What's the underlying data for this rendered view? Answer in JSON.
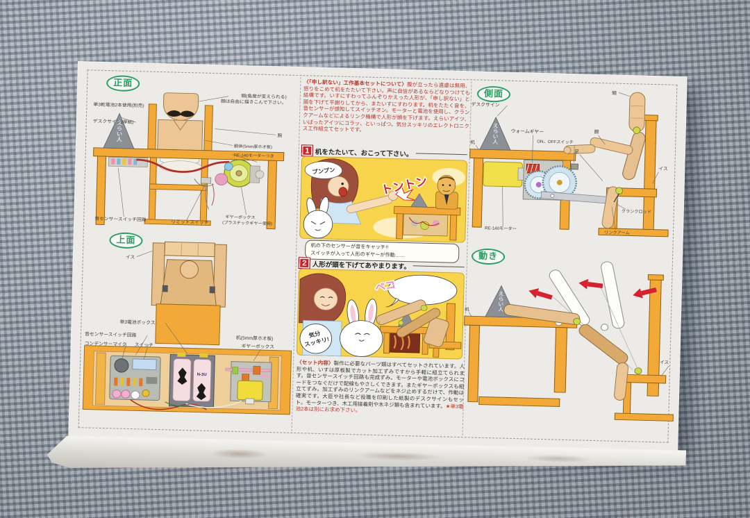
{
  "sections": {
    "front_view": {
      "badge": "正面",
      "labels": {
        "head1": "頭(角度が変えられる)",
        "head2": "顔は自由に描きこんで下さい。",
        "batteries": "単3乾電池2本使用(別売)",
        "desk_sign": "デスクサイン(厚紙)",
        "sign_text": "えらい人",
        "arm": "腕",
        "body": "胴体(5mm厚ホオ板)",
        "motor": "RE-140モーターつき",
        "sensor_circuit": "音センサースイッチ回路",
        "limit_switch": "リミットスイッチ",
        "gearbox": "ギヤーボックス",
        "gearbox_note": "(プラスチックギヤー使用)"
      }
    },
    "top_view": {
      "badge": "上面",
      "battery_label": "N-3U",
      "labels": {
        "chair": "イス",
        "battery_box": "単3電池ボックス",
        "sensor_circuit": "音センサースイッチ回路",
        "mic": "コンデンサーマイク",
        "switch": "スイッチ",
        "desk": "机(5mm厚ホオ板)",
        "gearbox": "ギヤーボックス"
      }
    },
    "side_view": {
      "badge": "側面",
      "labels": {
        "head": "頭",
        "desk_sign": "デスクサイン",
        "sign_text": "えらい人",
        "desk": "机",
        "worm_gear": "ウォームギヤー",
        "switch": "ON、OFFスイッチ",
        "arm": "腕",
        "leg": "足",
        "chair": "イス",
        "crank_rod": "クランクロッド",
        "motor": "RE-140モーター",
        "link_arm": "リンクアーム"
      }
    },
    "movement": {
      "badge": "動き",
      "labels": {
        "desk": "机",
        "sign_text": "えらい人",
        "chair": "イス"
      }
    },
    "intro": {
      "heading": "〈「申し訳ない」工作基本セットについて〉",
      "body": "腹が立ったら遠慮は無用、怒りをこめて机をたたいて下さい。声に自信があるならどなりつけても結構です。いすにすわってふんぞりかえった人形が、「申し訳ない」と頭を下げて平謝りしてから、またいすにすわります。机をたたく音を、音センサーが感知してスイッチオン。モーターと電池を使用し、クランクアームなどによるリンク機構で人形が頭を下げます。えらいアイツ、いばったアイツにコラッ、といっぱつ。気分スッキリのエレクトロニクス工作組立てセットです。"
    },
    "step1": {
      "number": "1",
      "title": "机をたたいて、おこって下さい。",
      "sfx_puff": "プンプン",
      "sfx_knock": "トントン",
      "caption1": "机の下のセンサーが音をキャッチ!!",
      "caption2": "スイッチが入って人形のギヤーが作動……"
    },
    "step2": {
      "number": "2",
      "title": "人形が頭を下げてあやまります。",
      "sfx_peko": "ペコ",
      "sfx_relief1": "気分",
      "sfx_relief2": "スッキリ!"
    },
    "contents": {
      "heading": "〈セット内容〉",
      "body": "製作に必要なパーツ類はすべてセットされています。人形や机、いすは厚板製でカット加工ずみですから手軽に組立てられます。音センサースイッチ回路も完成ずみ。モーターや電池ボックスにコードをつなぐだけで配線もやさしくできます。またギヤーボックスも組立てずみ。加工ずみのリンクアームなどをネジ止めするだけで、作動は確実です。大臣や社長など役職を印刷した紙製のデスクサインもセット。モーターつき、木工用接着剤や木ネジ類も含まれています。",
      "note": "★単3電池2本は別にお求め下さい。"
    }
  },
  "colors": {
    "label_green": "#2f9e63",
    "accent_red": "#c9252b",
    "text_red": "#b5382c",
    "wood_orange": "#f2a937",
    "wood_tan": "#ecc795",
    "comic_yellow": "#f8d44c"
  }
}
